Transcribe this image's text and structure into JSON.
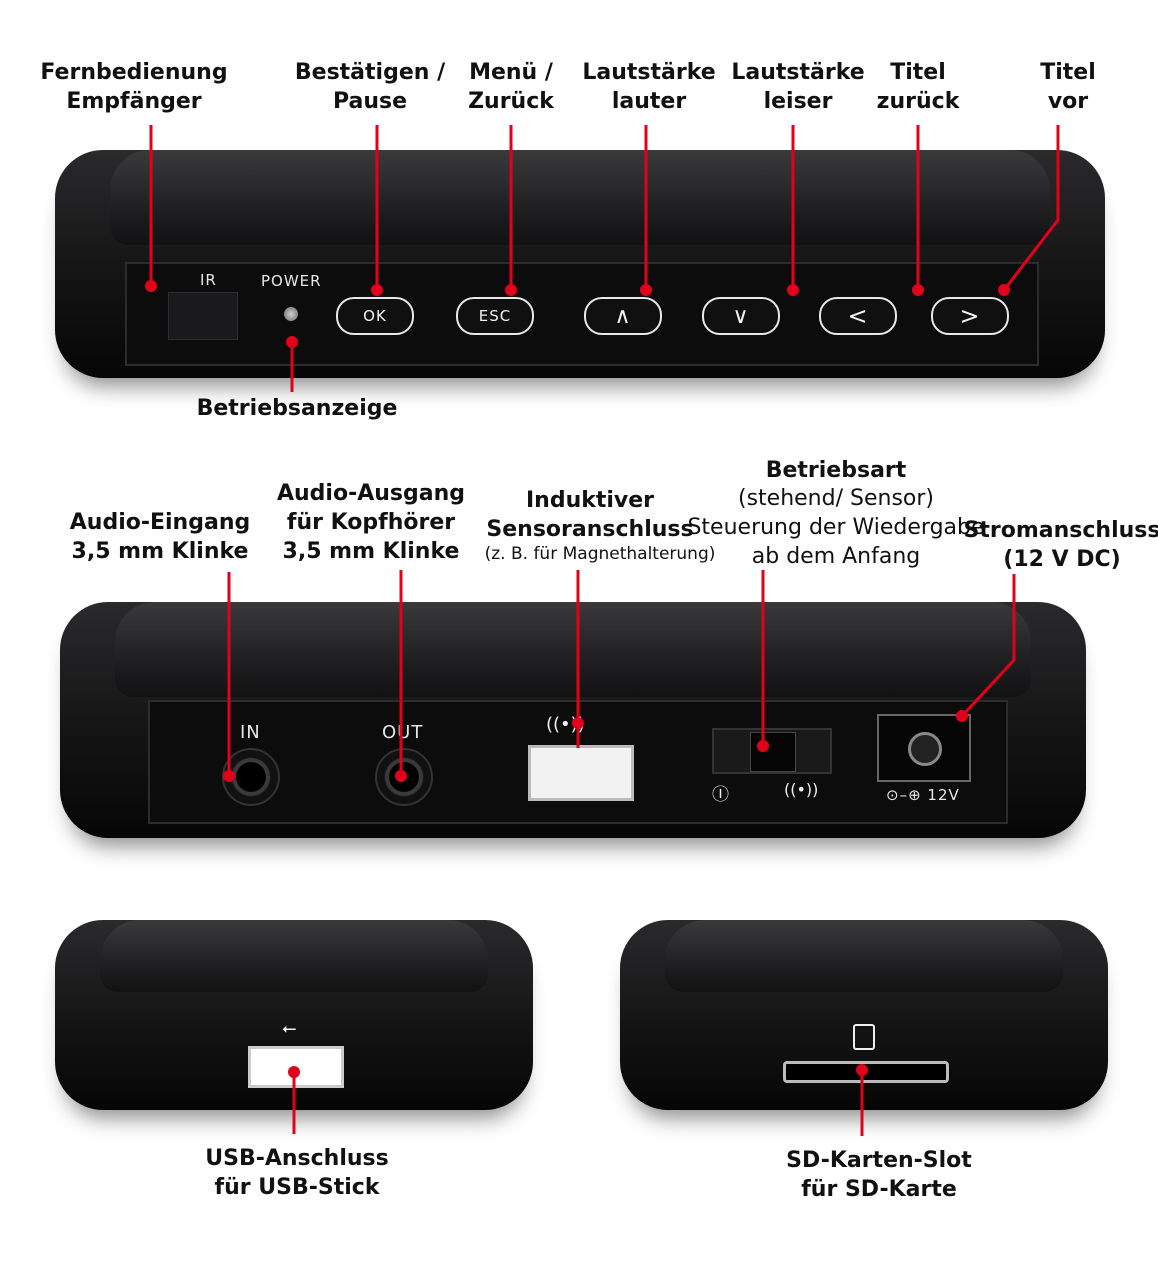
{
  "top_view": {
    "labels": {
      "ir_receiver": "Fernbedienung\nEmpfänger",
      "ok": "Bestätigen /\nPause",
      "esc": "Menü /\nZurück",
      "vol_up": "Lautstärke\nlauter",
      "vol_down": "Lautstärke\nleiser",
      "prev": "Titel\nzurück",
      "next": "Titel\nvor",
      "power_led": "Betriebsanzeige"
    },
    "panel": {
      "ir": "IR",
      "power": "POWER",
      "ok_button": "OK",
      "esc_button": "ESC",
      "up_glyph": "∧",
      "down_glyph": "∨",
      "prev_glyph": "<",
      "next_glyph": ">"
    }
  },
  "back_view": {
    "labels": {
      "audio_in": "Audio-Eingang\n3,5 mm Klinke",
      "audio_out": "Audio-Ausgang\nfür Kopfhörer\n3,5 mm Klinke",
      "sensor_title": "Induktiver\nSensoranschluss",
      "sensor_note": "(z. B. für Magnethalterung)",
      "mode_title": "Betriebsart",
      "mode_desc": "(stehend/ Sensor)\nSteuerung der Wiedergabe\nab dem Anfang",
      "power_in": "Stromanschluss\n(12 V DC)"
    },
    "panel": {
      "in": "IN",
      "out": "OUT",
      "dc": "⊙–⊕ 12V"
    }
  },
  "side_views": {
    "usb_label": "USB-Anschluss\nfür USB-Stick",
    "sd_label": "SD-Karten-Slot\nfür SD-Karte"
  },
  "colors": {
    "leader": "#e3001b",
    "device": "#141415"
  }
}
